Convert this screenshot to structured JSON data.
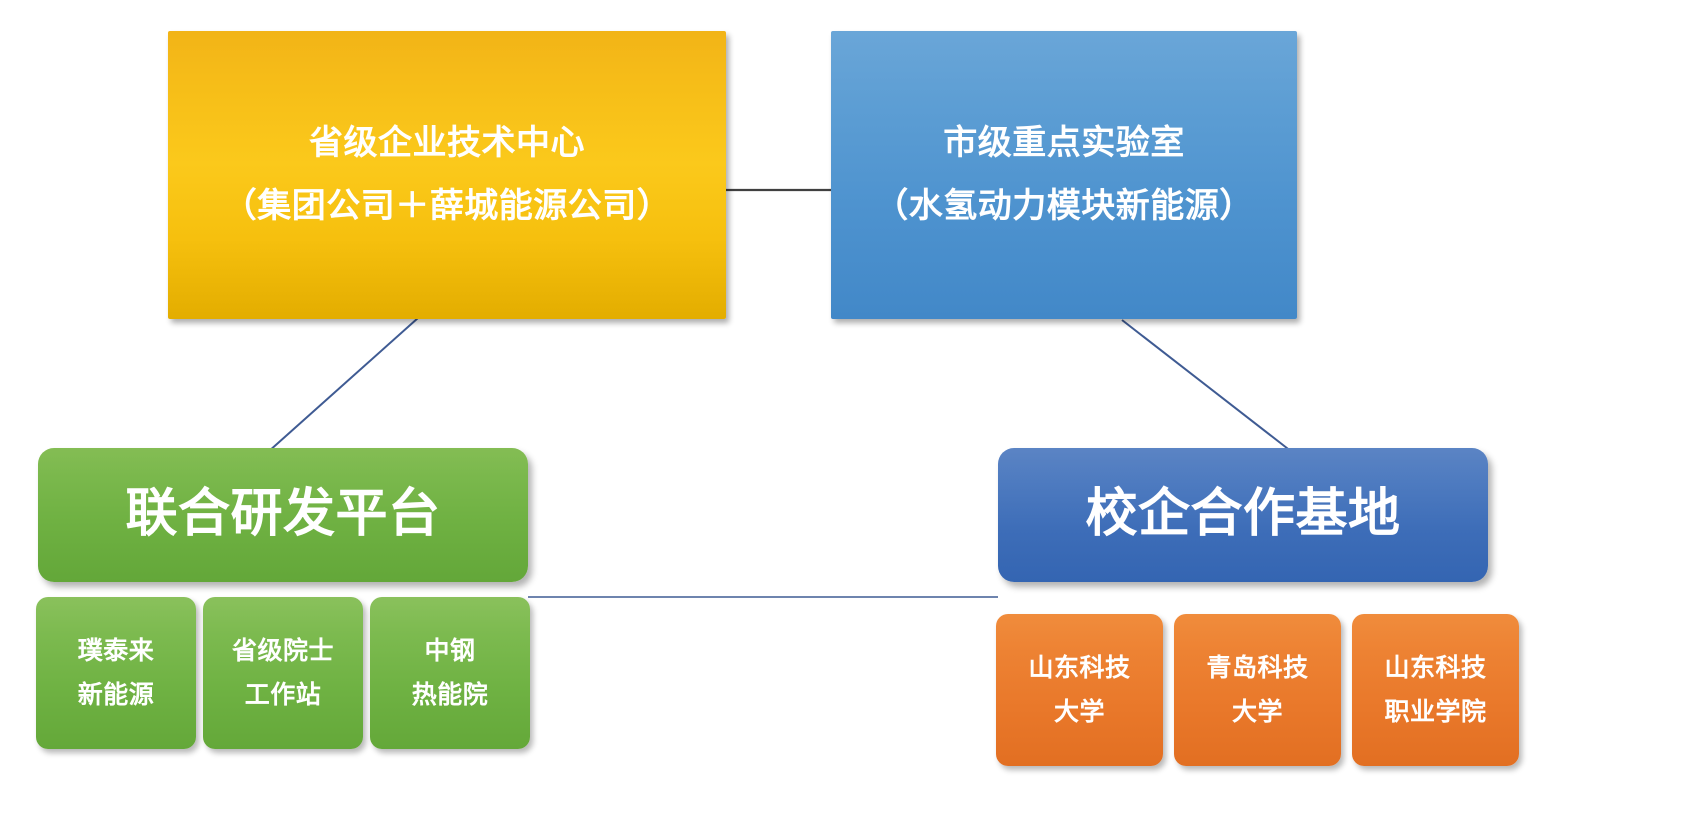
{
  "diagram": {
    "type": "org-hierarchy",
    "background_color": "#ffffff",
    "connector_color": "#3f5b93",
    "nodes": {
      "provincial_tech_center": {
        "id": "provincial-tech-center",
        "line1": "省级企业技术中心",
        "line2": "（集团公司＋薛城能源公司）",
        "color": "#fbc91b",
        "shape": "rectangle"
      },
      "municipal_lab": {
        "id": "municipal-key-lab",
        "line1": "市级重点实验室",
        "line2": "（水氢动力模块新能源）",
        "color": "#4e93cf",
        "shape": "rectangle"
      },
      "joint_rd_platform": {
        "id": "joint-rd-platform",
        "line1": "联合研发平台",
        "color": "#6fb142",
        "shape": "rounded-rectangle"
      },
      "school_enterprise_base": {
        "id": "school-enterprise-base",
        "line1": "校企合作基地",
        "color": "#3d6db8",
        "shape": "rounded-rectangle"
      }
    },
    "joint_rd_children": [
      {
        "line1": "璞泰来",
        "line2": "新能源",
        "color": "#6fb243"
      },
      {
        "line1": "省级院士",
        "line2": "工作站",
        "color": "#6fb243"
      },
      {
        "line1": "中钢",
        "line2": "热能院",
        "color": "#6fb243"
      }
    ],
    "school_enterprise_children": [
      {
        "line1": "山东科技",
        "line2": "大学",
        "color": "#e9782a"
      },
      {
        "line1": "青岛科技",
        "line2": "大学",
        "color": "#e9782a"
      },
      {
        "line1": "山东科技",
        "line2": "职业学院",
        "color": "#e9782a"
      }
    ]
  }
}
